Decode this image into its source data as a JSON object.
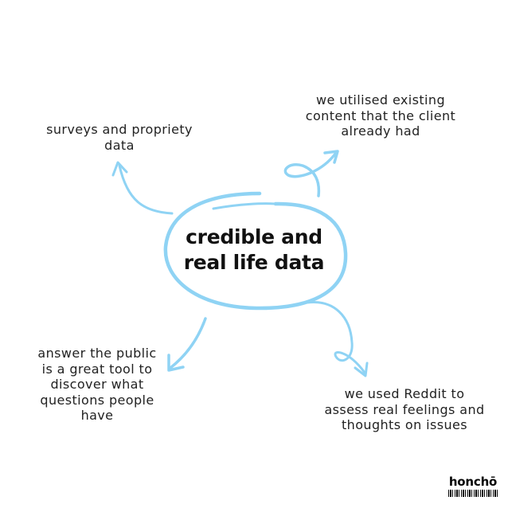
{
  "center": {
    "lines": [
      "credible and",
      "real life data"
    ]
  },
  "notes": {
    "top_left": [
      "surveys and propriety",
      "data"
    ],
    "top_right": [
      "we utilised existing",
      "content that the client",
      "already had"
    ],
    "bottom_left": [
      "answer the public",
      "is a great tool to",
      "discover what",
      "questions people",
      "have"
    ],
    "bottom_right": [
      "we used Reddit to",
      "assess real feelings and",
      "thoughts on issues"
    ]
  },
  "brand": {
    "name": "honchō"
  },
  "colors": {
    "accent": "#8fd3f4",
    "text": "#1a1a1a",
    "background": "#ffffff"
  }
}
